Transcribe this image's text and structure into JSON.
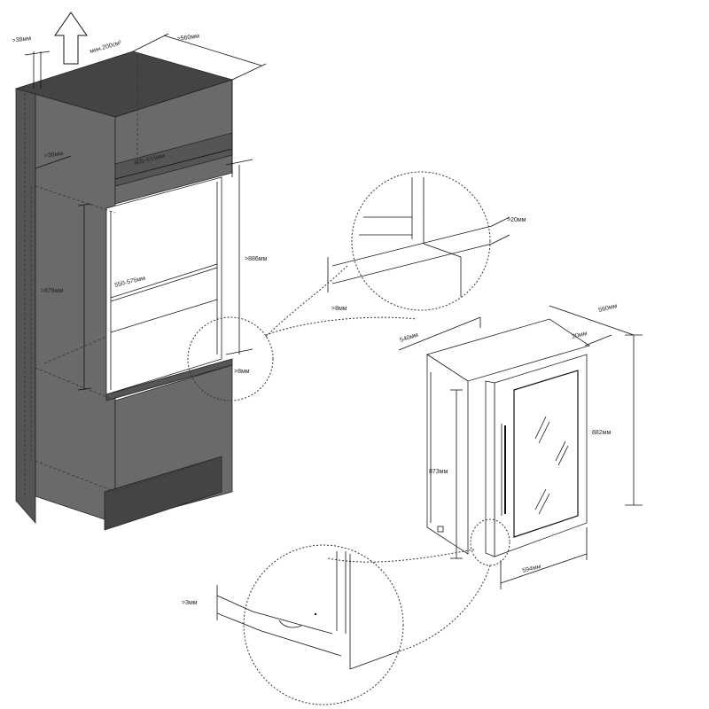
{
  "labels": {
    "top_gap": ">38мм",
    "vent_area": "мин.200см²",
    "depth_top": ">560мм",
    "side_gap": ">38мм",
    "width_inner": "605-615мм",
    "niche_width": "550-575мм",
    "niche_height": ">886мм",
    "left_height": ">878мм",
    "bottom_gap": ">8мм",
    "zoom1_side": ">20мм",
    "zoom1_bottom": ">8мм",
    "unit_depth_left": "540мм",
    "unit_depth_right": "560мм",
    "unit_gap": "20мм",
    "unit_body_height": "873мм",
    "unit_total_height": "882мм",
    "unit_width": "594мм",
    "zoom2_gap": ">3мм"
  },
  "colors": {
    "cabinet_front": "#6a6a6a",
    "cabinet_side": "#555555",
    "cabinet_shadow": "#444444",
    "line": "#111111"
  }
}
